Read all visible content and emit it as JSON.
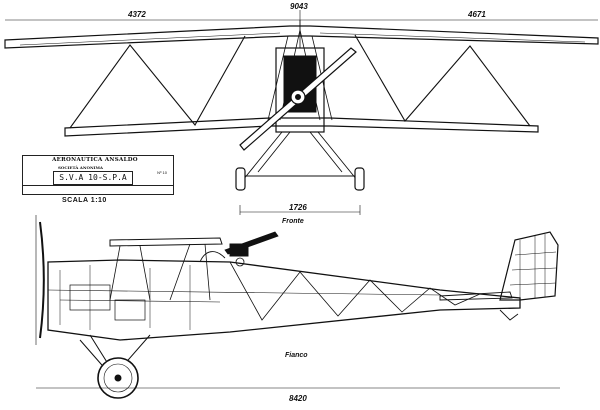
{
  "dimensions": {
    "left_span": "4372",
    "total_span": "9043",
    "right_span": "4671",
    "track": "1726",
    "length": "8420"
  },
  "views": {
    "front": "Fronte",
    "side": "Fianco"
  },
  "title_block": {
    "firm": "AERONAUTICA ANSALDO",
    "subtitle": "SOCIETÀ ANONIMA",
    "model": "S.V.A 10-S.P.A",
    "number": "Nº 10"
  },
  "scale": "SCALA 1:10"
}
